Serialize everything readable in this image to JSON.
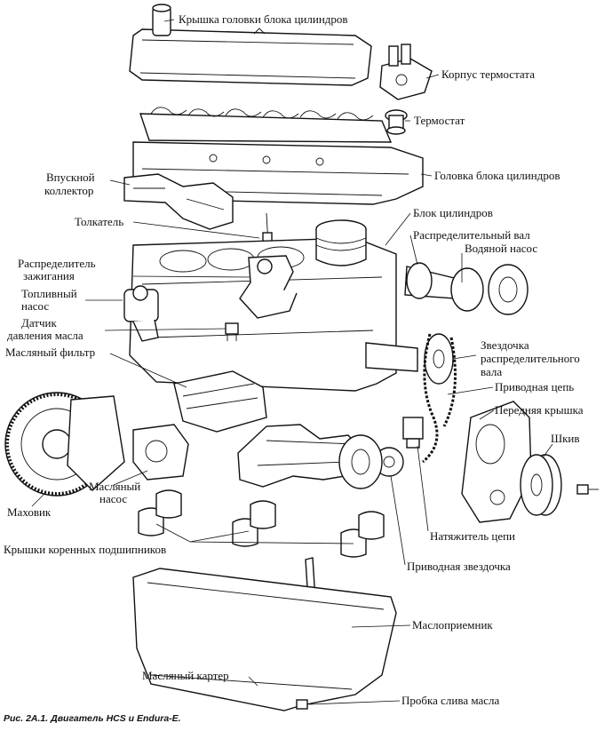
{
  "labels": {
    "valve_cover": "Крышка головки блока цилиндров",
    "thermostat_housing": "Корпус термостата",
    "thermostat": "Термостат",
    "intake_manifold_line1": "Впускной",
    "intake_manifold_line2": "коллектор",
    "cylinder_head": "Головка блока цилиндров",
    "tappet": "Толкатель",
    "cylinder_block": "Блок цилиндров",
    "camshaft": "Распределительный вал",
    "water_pump": "Водяной насос",
    "distributor_line1": "Распределитель",
    "distributor_line2": "зажигания",
    "fuel_pump_line1": "Топливный",
    "fuel_pump_line2": "насос",
    "oil_pressure_sensor_line1": "Датчик",
    "oil_pressure_sensor_line2": "давления масла",
    "oil_filter": "Масляный фильтр",
    "camshaft_sprocket_line1": "Звездочка",
    "camshaft_sprocket_line2": "распределительного",
    "camshaft_sprocket_line3": "вала",
    "timing_chain": "Приводная цепь",
    "front_cover": "Передняя крышка",
    "pulley": "Шкив",
    "oil_pump_line1": "Масляный",
    "oil_pump_line2": "насос",
    "flywheel": "Маховик",
    "chain_tensioner": "Натяжитель цепи",
    "main_bearing_caps": "Крышки коренных подшипников",
    "drive_sprocket": "Приводная звездочка",
    "oil_pickup": "Маслоприемник",
    "oil_pan": "Масляный картер",
    "drain_plug": "Пробка слива масла"
  },
  "caption": "Рис. 2А.1. Двигатель HCS и Endura-E."
}
